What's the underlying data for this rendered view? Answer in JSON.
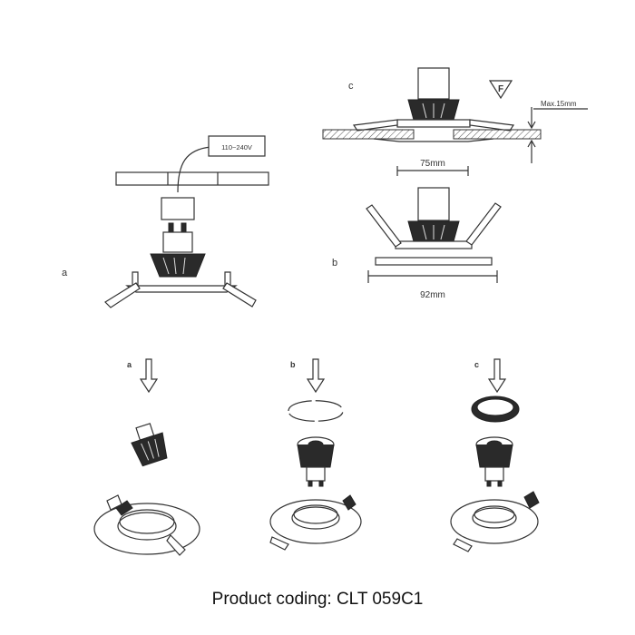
{
  "labels": {
    "step_a_top": "a",
    "step_b_top": "b",
    "step_c_top": "c",
    "voltage": "110~240V",
    "max_depth": "Max.15mm",
    "hole_size": "75mm",
    "outer_size": "92mm",
    "step_a_bottom": "a",
    "step_b_bottom": "b",
    "step_c_bottom": "c",
    "warning_symbol": "F"
  },
  "caption": "Product coding: CLT 059C1",
  "icons": [
    "down-arrow-icon",
    "fire-warning-triangle-icon",
    "gu10-lamp-icon",
    "retaining-clip-icon",
    "trim-ring-icon",
    "downlight-frame-icon"
  ]
}
